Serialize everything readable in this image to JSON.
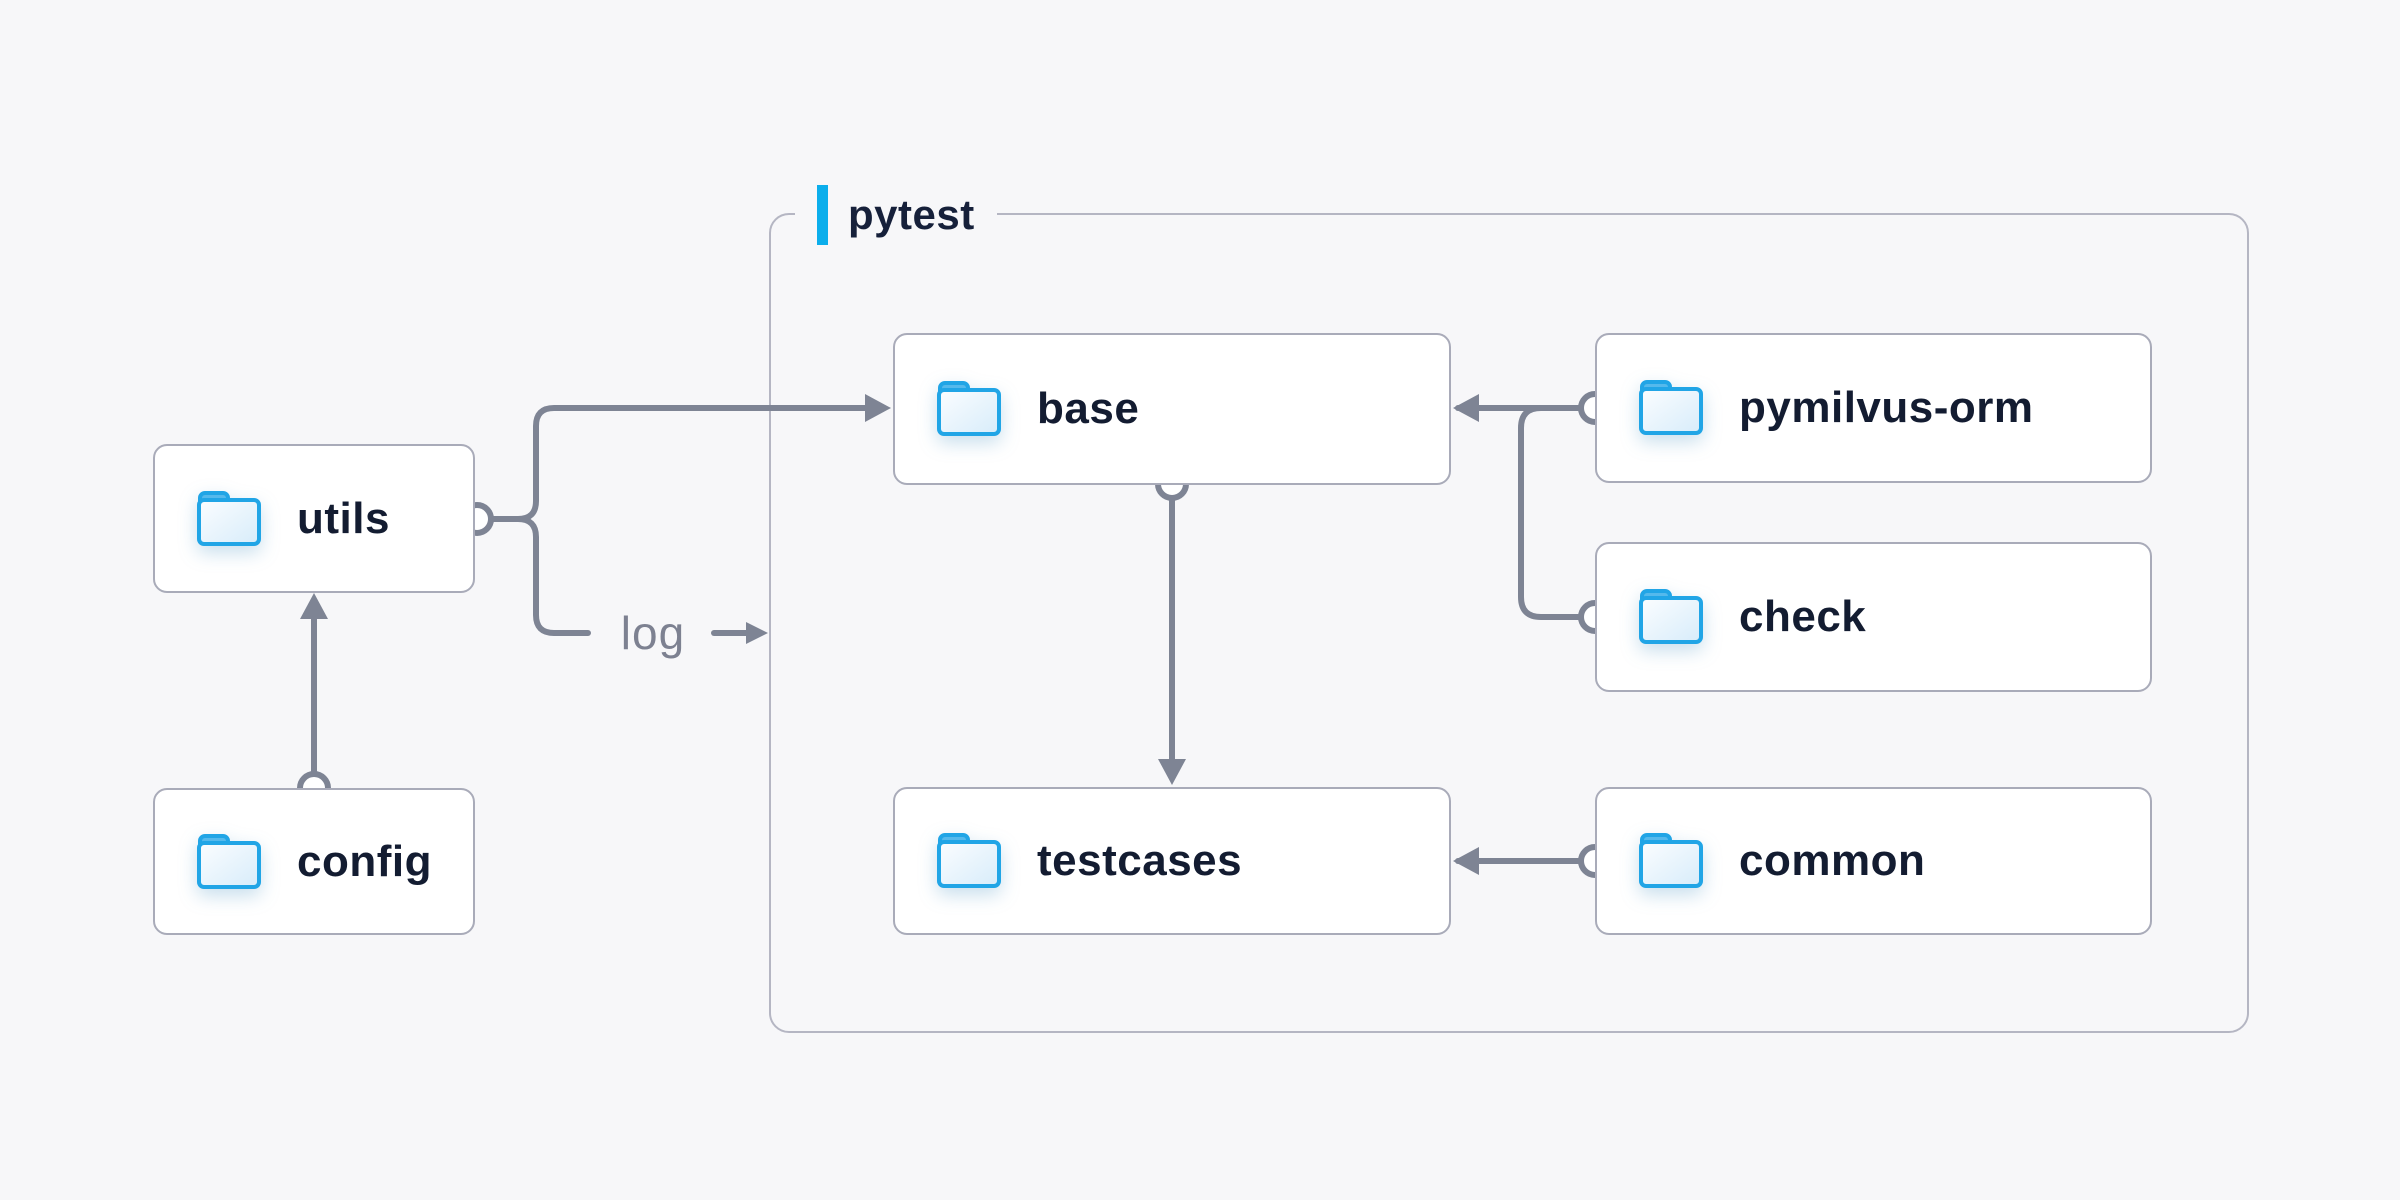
{
  "page": {
    "background_color": "#f7f7f9"
  },
  "diagram": {
    "container": {
      "label": "pytest",
      "accent_color": "#0baeec",
      "border_color": "#b5b6c3"
    },
    "nodes": [
      {
        "id": "utils",
        "label": "utils"
      },
      {
        "id": "config",
        "label": "config"
      },
      {
        "id": "base",
        "label": "base"
      },
      {
        "id": "pymilvus-orm",
        "label": "pymilvus-orm"
      },
      {
        "id": "check",
        "label": "check"
      },
      {
        "id": "testcases",
        "label": "testcases"
      },
      {
        "id": "common",
        "label": "common"
      }
    ],
    "edges": [
      {
        "from": "config",
        "to": "utils"
      },
      {
        "from": "utils",
        "to": "base"
      },
      {
        "from": "utils",
        "to": "log",
        "label": "log"
      },
      {
        "from": "pymilvus-orm",
        "to": "base"
      },
      {
        "from": "check",
        "to": "base"
      },
      {
        "from": "base",
        "to": "testcases"
      },
      {
        "from": "common",
        "to": "testcases"
      }
    ],
    "log_label": "log",
    "colors": {
      "node_background": "#ffffff",
      "node_border": "#a9abb9",
      "node_text": "#131c31",
      "connector": "#7e8494",
      "edge_label_text": "#7d8191",
      "folder_stroke": "#21a5e6",
      "folder_tab_fill": "#55b9ec",
      "folder_body_fill_light": "#fbfdff",
      "folder_body_fill_dark": "#d7ecfa"
    }
  }
}
